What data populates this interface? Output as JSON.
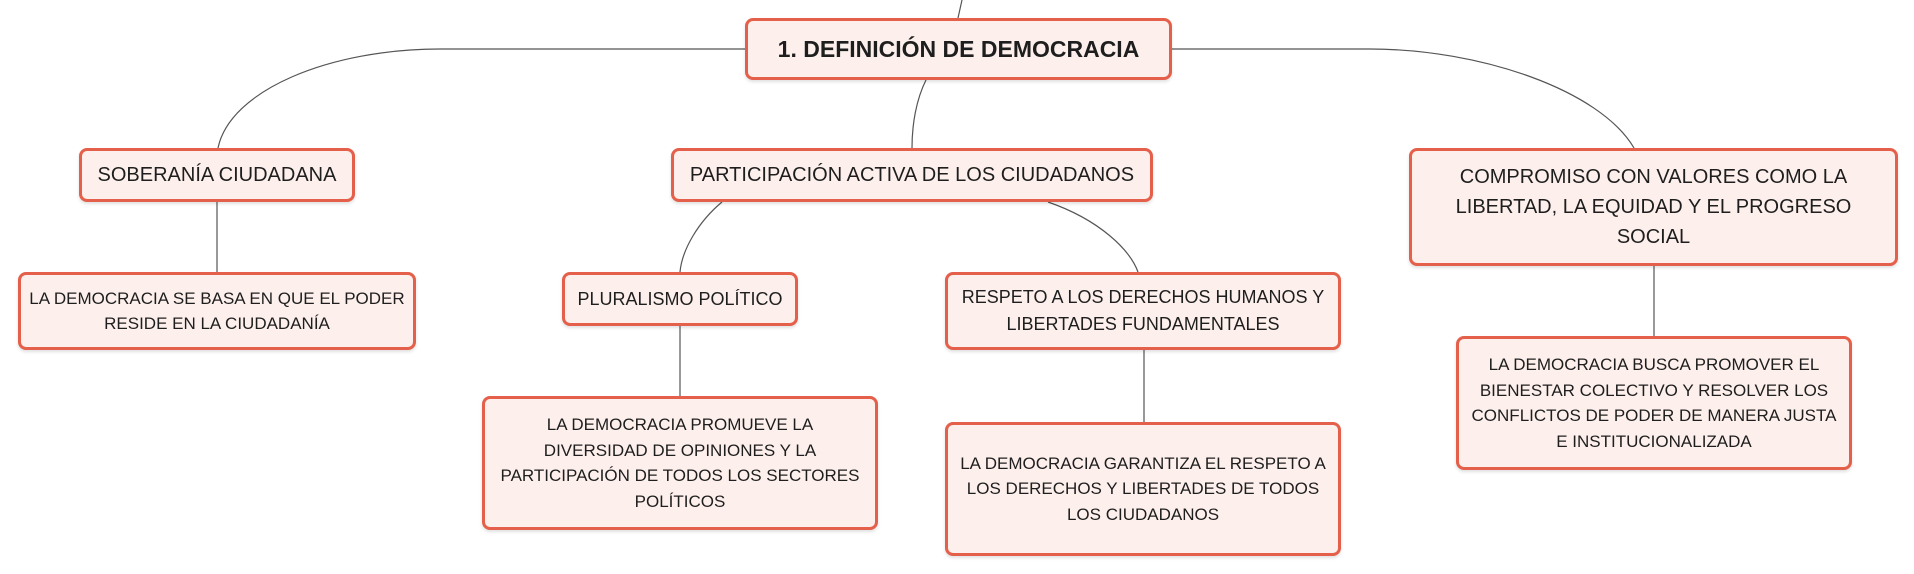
{
  "colors": {
    "node_border": "#e4604a",
    "node_fill": "#fdf0ec",
    "connector": "#555555"
  },
  "root": {
    "label": "1. DEFINICIÓN DE DEMOCRACIA"
  },
  "branches": [
    {
      "label": "SOBERANÍA CIUDADANA",
      "children": [
        {
          "label": "LA DEMOCRACIA SE BASA EN QUE EL PODER RESIDE EN LA CIUDADANÍA"
        }
      ]
    },
    {
      "label": "PARTICIPACIÓN ACTIVA DE LOS CIUDADANOS",
      "children": [
        {
          "label": "PLURALISMO POLÍTICO",
          "children": [
            {
              "label": "LA DEMOCRACIA PROMUEVE LA DIVERSIDAD DE OPINIONES Y LA PARTICIPACIÓN DE TODOS LOS SECTORES POLÍTICOS"
            }
          ]
        },
        {
          "label": "RESPETO A LOS DERECHOS HUMANOS Y LIBERTADES FUNDAMENTALES",
          "children": [
            {
              "label": "LA DEMOCRACIA GARANTIZA EL RESPETO A LOS DERECHOS Y LIBERTADES DE TODOS LOS CIUDADANOS"
            }
          ]
        }
      ]
    },
    {
      "label": "COMPROMISO CON VALORES COMO LA LIBERTAD, LA EQUIDAD Y EL PROGRESO SOCIAL",
      "children": [
        {
          "label": "LA DEMOCRACIA BUSCA PROMOVER EL BIENESTAR COLECTIVO Y RESOLVER LOS CONFLICTOS DE PODER DE MANERA JUSTA E INSTITUCIONALIZADA"
        }
      ]
    }
  ]
}
